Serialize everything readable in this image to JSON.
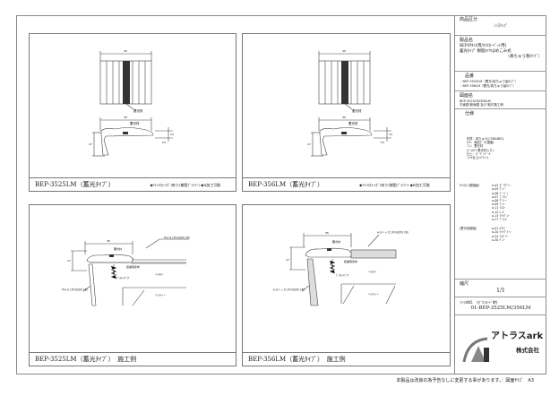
{
  "panels": [
    {
      "title": "BEP-3525LM（蓄光ﾀｲﾌﾟ）",
      "note": "◆ｱﾃｨﾙｶﾗｰ(ﾎﾞ)有り(樹脂ﾌﾟﾗｲﾏｰ) ◆R加工可能",
      "dim_top": "35",
      "label": "蓄光材",
      "dim_h": "17",
      "dim_a": "3.5",
      "dim_b": "5.5"
    },
    {
      "title": "BEP-356LM（蓄光ﾀｲﾌﾟ）",
      "note": "◆ｱﾃｨﾙｶﾗｰ(ﾎﾞ)有り(樹脂ﾌﾟﾗｲﾏｰ) ◆R加工可能",
      "dim_top": "35",
      "label": "蓄光材",
      "dim_h": "17",
      "dim_a": "3.5",
      "dim_b": "5.5"
    },
    {
      "title": "BEP-3525LM（蓄光ﾀｲﾌﾟ）　施工例",
      "label": "蓄光材",
      "adhesive": "接着剤塗布",
      "plug": "ﾌﾟﾗｽﾁｯｸﾌﾟﾗｸﾞ",
      "finish1": "Pﾀｲﾙ 仕上材\n(指定外工事)",
      "finish2": "Pﾀｲﾙ 仕上材\n(指定外工事)",
      "mortar": "<ﾓﾙﾀﾙ>",
      "concrete": "<ｺﾝｸﾘｰﾄ>",
      "dim_top": "35",
      "dim_h": "17"
    },
    {
      "title": "BEP-356LM（蓄光ﾀｲﾌﾟ）　施工例",
      "label": "蓄光材",
      "adhesive": "接着剤塗布",
      "plug": "ﾌﾟﾗｽﾁｯｸﾌﾟﾗｸﾞ",
      "finish1": "ﾀｲﾙｶｰﾍﾟｯﾄ 仕上材\n(指定外工事)",
      "finish2": "ﾀｲﾙｶｰﾍﾟｯﾄ 仕上材\n(指定外工事)",
      "mortar": "<ﾓﾙﾀﾙ>",
      "concrete": "<ｺﾝｸﾘｰﾄ>",
      "dim_top": "35",
      "dim_h": "17"
    }
  ],
  "side": {
    "category_label": "商品区分",
    "category": "ﾉﾝｽﾘｯﾌﾟ",
    "product_label": "製品名",
    "product_1": "BEP(Pﾀｲﾙ用/ﾀｲﾙｶｰﾍﾟｯﾄ用)",
    "product_2": "蓄光ﾀｲﾌﾟ 樹脂ﾀｲﾔはめこみ式",
    "product_3": "（真ちゅう製ﾀｲﾌﾟ）",
    "part_label": "品番",
    "part_1": "・BEP-3525LM（蓄光/真ちゅう製ﾀｲﾌﾟ）",
    "part_2": "・BEP-356LM（蓄光/真ちゅう製ﾀｲﾌﾟ）",
    "drawing_label": "図面名",
    "drawing_1": "BEP-3525LM/356LM",
    "drawing_2": "平面図 断面図 及び 取付施工例",
    "spec_label": "仕様",
    "spec_lines": [
      "材質：真ちゅう(C3604BD)",
      "ﾀｲﾔ：塩化ﾋﾞﾆﾙ(樹脂)",
      "ｺﾞﾑ：蓄光材",
      "(ｺﾞﾑﾀｲﾔ 蓄光材入り)",
      "仕上：ｶﾞｰﾃﾞﾝｿﾞｰﾙ",
      "ﾌｧｲﾙ仕上(ﾍｱﾗｲﾝ)"
    ],
    "color_label_1": "ﾀｲﾔｶﾗｰ(樹脂製)",
    "colors_1": [
      "a-02 ﾀﾞｰｸｸﾞﾚｰ",
      "a-05 ｸﾞﾚｰ",
      "a-06 ﾍﾞｰｼﾞｭ",
      "a-07 ﾌﾞﾗｳﾝ",
      "a-08 ｸﾞﾘｰﾝ",
      "a-09 ﾌﾞﾙｰ",
      "a-11 ｲｴﾛｰ",
      "a-12 ﾚｯﾄﾞ",
      "a-13 ﾗｲﾄｸﾞﾚｰ",
      "a-17 ﾌﾞﾗｯｸ"
    ],
    "color_label_2": "(蓄光色樹脂)",
    "colors_2": [
      "a-01 ﾎﾜｲﾄ",
      "a-20 ﾗｲﾄｸﾞﾘｰﾝ",
      "a-24 ｱｲﾎﾞﾘｰ",
      "a-30 ｸﾞﾚｰ"
    ],
    "scale_label": "縮尺",
    "scale": "1/1",
    "file_label": "ﾌｧｲﾙNO.　(ﾀﾞｳﾝﾛｰﾄﾞ時)",
    "file": "01-BEP-3525LM/356LM",
    "logo_name": "アトラスark",
    "logo_sub": "株式会社"
  },
  "footer": "本製品は改良の為予告なしに変更する事があります。：図面ｻｲｽﾞ　A3"
}
